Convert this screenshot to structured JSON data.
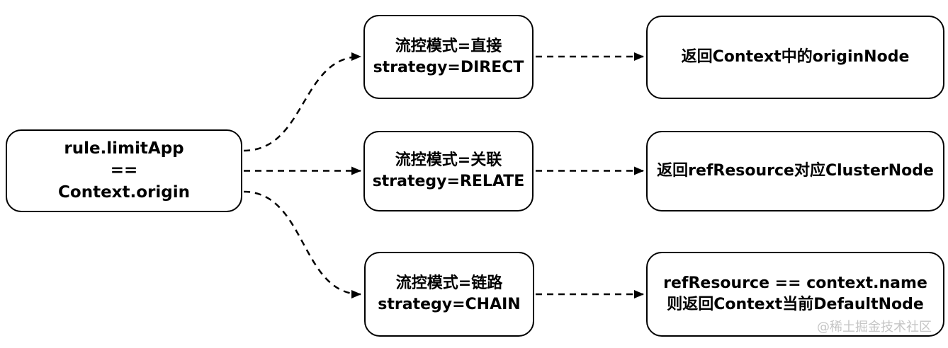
{
  "colors": {
    "stroke": "#000000",
    "background": "#ffffff",
    "watermark": "#c5c5c5"
  },
  "root_node": {
    "lines": [
      "rule.limitApp",
      "==",
      "Context.origin"
    ]
  },
  "branches": [
    {
      "condition_lines": [
        "流控模式=直接",
        "strategy=DIRECT"
      ],
      "result_lines": [
        "返回Context中的originNode"
      ]
    },
    {
      "condition_lines": [
        "流控模式=关联",
        "strategy=RELATE"
      ],
      "result_lines": [
        "返回refResource对应ClusterNode"
      ]
    },
    {
      "condition_lines": [
        "流控模式=链路",
        "strategy=CHAIN"
      ],
      "result_lines": [
        "refResource == context.name",
        "则返回Context当前DefaultNode"
      ]
    }
  ],
  "watermark": "@稀土掘金技术社区"
}
